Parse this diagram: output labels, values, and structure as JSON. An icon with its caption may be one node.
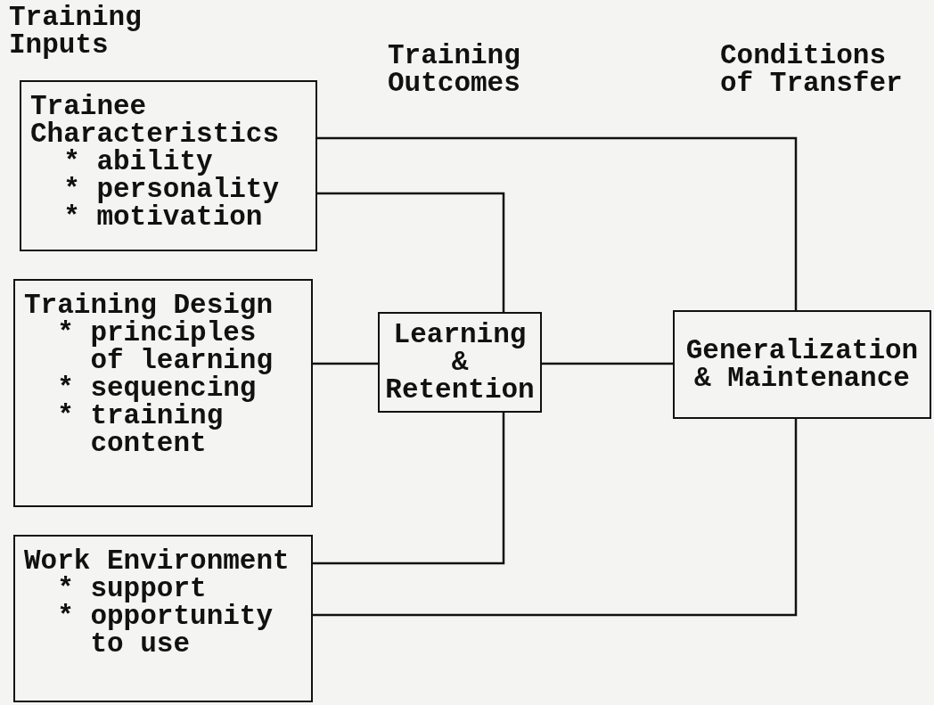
{
  "diagram": {
    "nodes": [
      {
        "text": [
          "Trainee Characteristics",
          "* ability",
          "* personality",
          "* motivation"
        ]
      },
      {
        "text": [
          "Training Design",
          "* principles of learning",
          "* sequencing",
          "* training content"
        ]
      },
      {
        "text": [
          "Work Environment",
          "* support",
          "* opportunity to use"
        ]
      },
      {
        "text": [
          "Learning & Retention"
        ]
      },
      {
        "text": [
          "Generalization & Maintenance"
        ]
      }
    ],
    "edges": [
      {
        "from": 0,
        "to": 4,
        "arrow": "none"
      },
      {
        "from": 0,
        "to": 3,
        "arrow": "none"
      },
      {
        "from": 1,
        "to": 3,
        "arrow": "none"
      },
      {
        "from": 3,
        "to": 4,
        "arrow": "none"
      },
      {
        "from": 2,
        "to": 3,
        "arrow": "none"
      },
      {
        "from": 2,
        "to": 4,
        "arrow": "none"
      }
    ],
    "labels": [
      "Training Inputs",
      "Training Outcomes",
      "Conditions of Transfer"
    ]
  }
}
